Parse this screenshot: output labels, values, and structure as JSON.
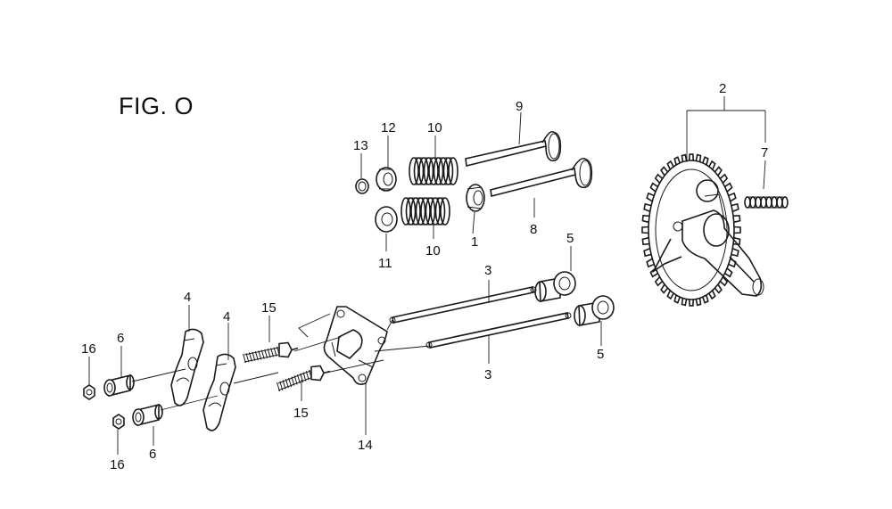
{
  "figure": {
    "title": "FIG. O"
  },
  "callouts": {
    "c1": "1",
    "c2": "2",
    "c3a": "3",
    "c3b": "3",
    "c4a": "4",
    "c4b": "4",
    "c5a": "5",
    "c5b": "5",
    "c6a": "6",
    "c6b": "6",
    "c7": "7",
    "c8": "8",
    "c9": "9",
    "c10a": "10",
    "c10b": "10",
    "c11": "11",
    "c12": "12",
    "c13": "13",
    "c14": "14",
    "c15a": "15",
    "c15b": "15",
    "c16a": "16",
    "c16b": "16"
  }
}
